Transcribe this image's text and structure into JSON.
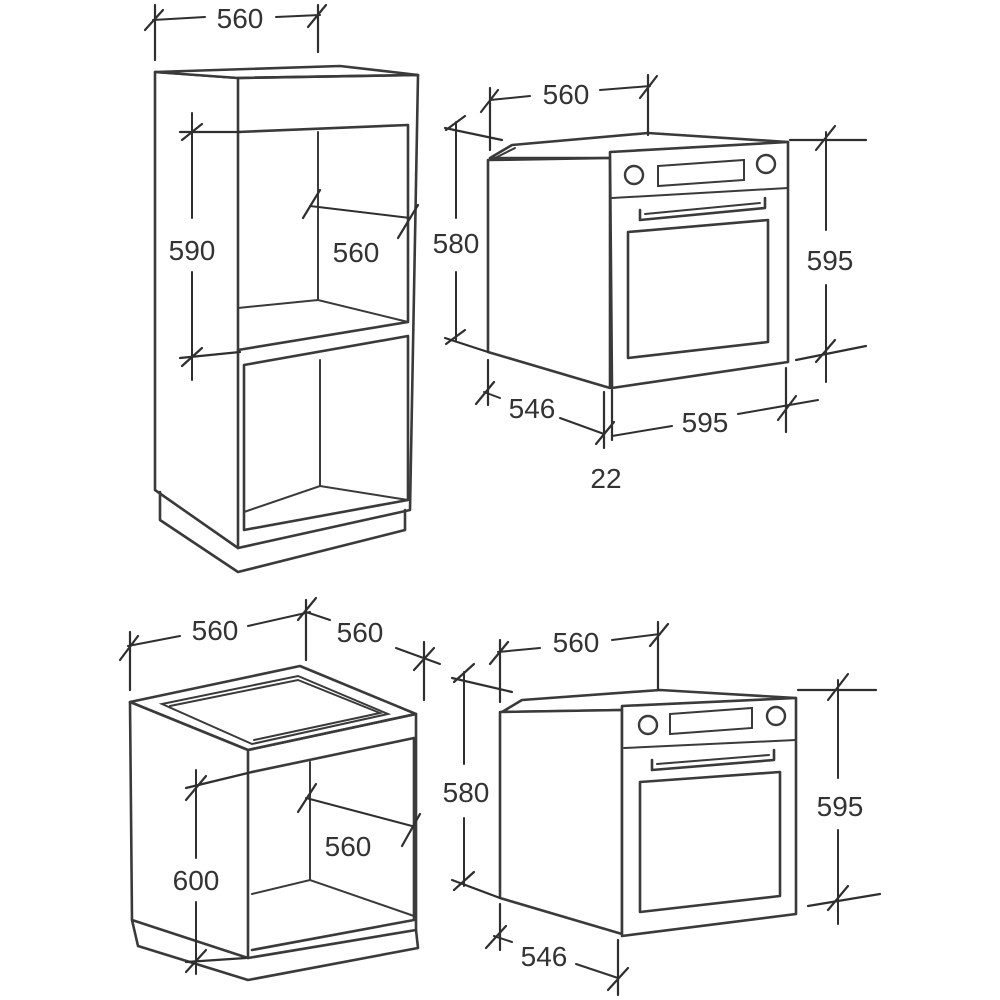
{
  "diagrams": {
    "tall_housing": {
      "width_top": "560",
      "niche_height": "590",
      "niche_depth": "560"
    },
    "oven_top": {
      "front_width": "560",
      "side_height": "580",
      "front_height": "595",
      "depth": "546",
      "overall_width": "595",
      "panel_offset": "22"
    },
    "under_counter": {
      "width": "560",
      "depth": "560",
      "niche_height": "600",
      "niche_depth": "560"
    },
    "oven_bottom": {
      "front_width": "560",
      "side_height": "580",
      "front_height": "595",
      "depth": "546"
    }
  }
}
